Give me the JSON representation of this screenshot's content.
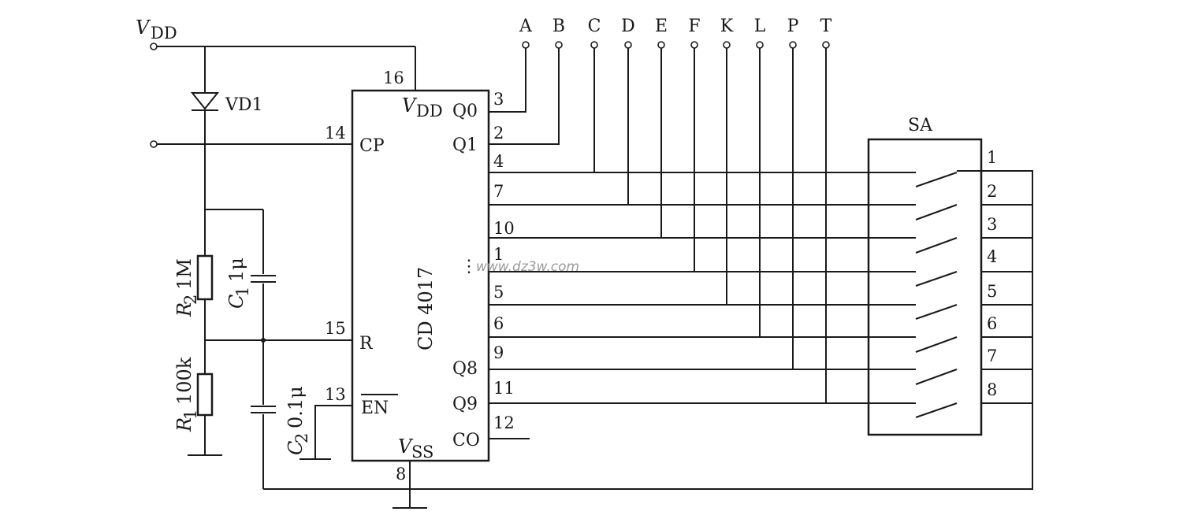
{
  "supply": {
    "vdd_label": "V",
    "vdd_sub": "DD"
  },
  "diode": {
    "label": "VD1"
  },
  "r2": {
    "sym": "R",
    "sub": "2",
    "value": "1M"
  },
  "c1": {
    "sym": "C",
    "sub": "1",
    "value": "1μ"
  },
  "r1": {
    "sym": "R",
    "sub": "1",
    "value": "100k"
  },
  "c2": {
    "sym": "C",
    "sub": "2",
    "value": "0.1μ"
  },
  "ic": {
    "name": "CD 4017",
    "vdd_main": "V",
    "vdd_sub": "DD",
    "vss_main": "V",
    "vss_sub": "SS",
    "cp": "CP",
    "r": "R",
    "en": "EN",
    "q0": "Q0",
    "q1": "Q1",
    "q8": "Q8",
    "q9": "Q9",
    "co": "CO",
    "dots": "⋮",
    "pins": {
      "vdd": "16",
      "cp": "14",
      "r": "15",
      "en": "13",
      "vss": "8",
      "q0": "3",
      "q1": "2",
      "q2": "4",
      "q3": "7",
      "q4": "10",
      "q5": "1",
      "q6": "5",
      "q7": "6",
      "q8": "9",
      "q9": "11",
      "co": "12"
    }
  },
  "outputs": [
    "A",
    "B",
    "C",
    "D",
    "E",
    "F",
    "K",
    "L",
    "P",
    "T"
  ],
  "switch": {
    "label": "SA",
    "positions": [
      "1",
      "2",
      "3",
      "4",
      "5",
      "6",
      "7",
      "8"
    ]
  },
  "watermark": "www.dz3w.com"
}
